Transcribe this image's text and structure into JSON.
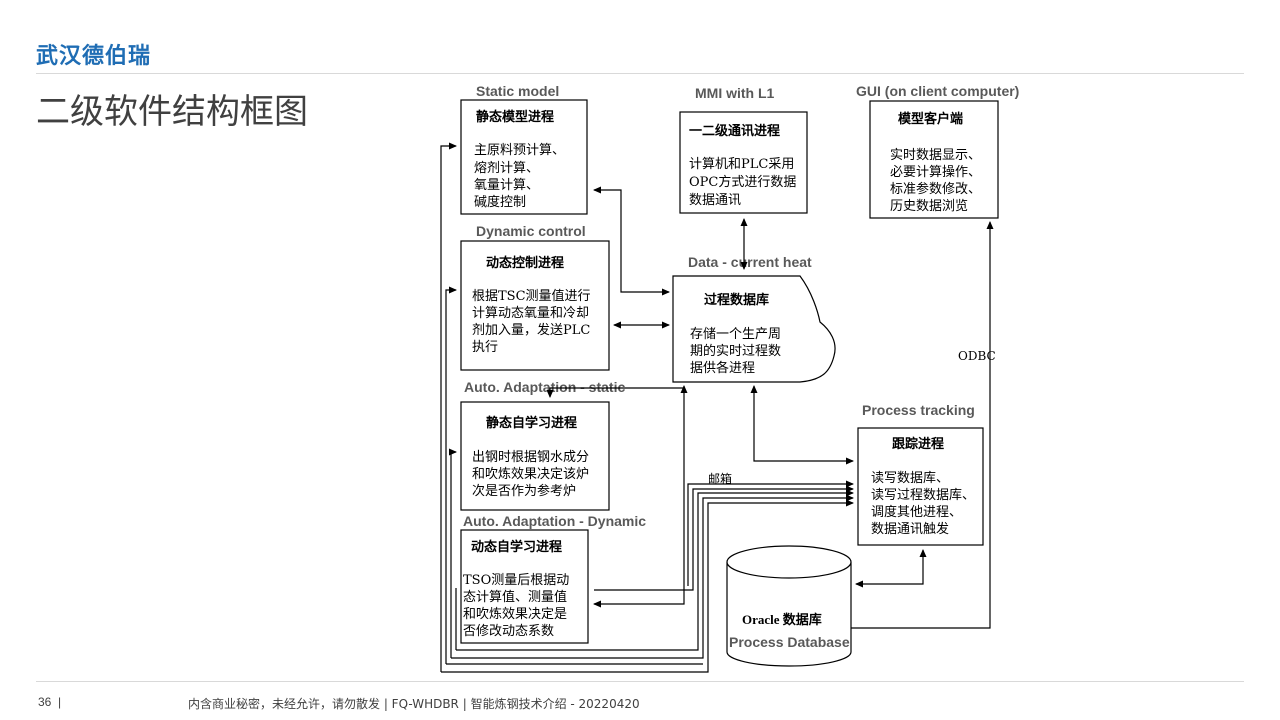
{
  "header": {
    "logo_text": "武汉德伯瑞",
    "title": "二级软件结构框图"
  },
  "footer": {
    "page_number": "36",
    "separator": "|",
    "text": "内含商业秘密，未经允许，请勿散发 | FQ-WHDBR | 智能炼钢技术介绍 - 20220420"
  },
  "diagram": {
    "static_model": {
      "section": "Static model",
      "title": "静态模型进程",
      "lines": [
        "主原料预计算、",
        "熔剂计算、",
        "氧量计算、",
        "碱度控制"
      ]
    },
    "dynamic_control": {
      "section": "Dynamic control",
      "title": "动态控制进程",
      "lines": [
        "根据TSC测量值进行",
        "计算动态氧量和冷却",
        "剂加入量，发送PLC",
        "执行"
      ]
    },
    "auto_static": {
      "section": "Auto. Adaptation - static",
      "title": "静态自学习进程",
      "lines": [
        "出钢时根据钢水成分",
        "和吹炼效果决定该炉",
        "次是否作为参考炉"
      ]
    },
    "auto_dynamic": {
      "section": "Auto. Adaptation - Dynamic",
      "title": "动态自学习进程",
      "lines": [
        "TSO测量后根据动",
        "态计算值、测量值",
        "和吹炼效果决定是",
        "否修改动态系数"
      ]
    },
    "mmi": {
      "section": "MMI with L1",
      "title": "一二级通讯进程",
      "lines": [
        "计算机和PLC采用",
        "OPC方式进行数据",
        "数据通讯"
      ]
    },
    "data_db": {
      "section": "Data - current heat",
      "title": "过程数据库",
      "lines": [
        "存储一个生产周",
        "期的实时过程数",
        "据供各进程"
      ]
    },
    "gui": {
      "section": "GUI  (on client computer)",
      "title": "模型客户端",
      "lines": [
        "实时数据显示、",
        "必要计算操作、",
        "标准参数修改、",
        "历史数据浏览"
      ]
    },
    "tracking": {
      "section": "Process tracking",
      "title": "跟踪进程",
      "lines": [
        "读写数据库、",
        "读写过程数据库、",
        "调度其他进程、",
        "数据通讯触发"
      ]
    },
    "oracle": {
      "title": "Oracle 数据库",
      "subtitle": "Process Database"
    },
    "labels": {
      "odbc": "ODBC",
      "mailbox": "邮箱"
    }
  }
}
